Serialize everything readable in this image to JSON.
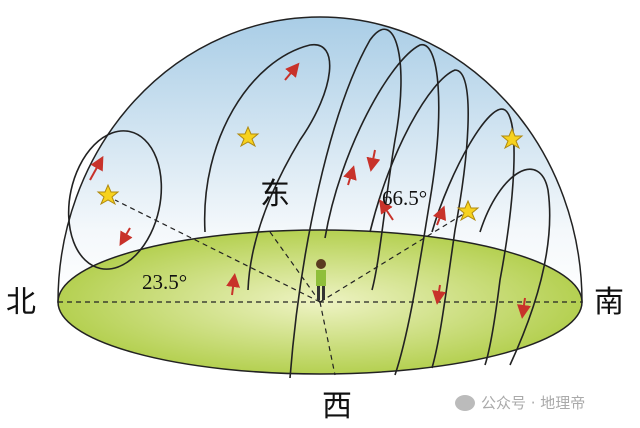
{
  "labels": {
    "north": "北",
    "south": "南",
    "east": "东",
    "west": "西"
  },
  "angles": {
    "latitude": "23.5°",
    "pole_altitude": "66.5°"
  },
  "watermark": {
    "icon": "wechat-icon",
    "text": "公众号 · 地理帝"
  },
  "colors": {
    "sky_top": "#a9cde6",
    "ground": "#b7d24a",
    "arrow": "#c8322a",
    "star": "#f7d21e"
  }
}
